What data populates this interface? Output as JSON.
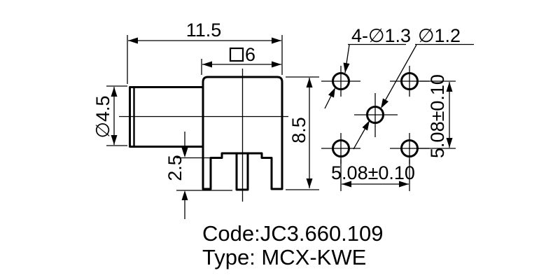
{
  "drawing": {
    "side_view": {
      "dim_overall_width": "11.5",
      "dim_body_width": "6",
      "dim_barrel_diameter": "∅4.5",
      "dim_body_height": "8.5",
      "dim_leg_length": "2.5"
    },
    "footprint_view": {
      "corner_holes_label": "4-∅1.3",
      "center_hole_label": "∅1.2",
      "dim_vertical_pitch": "5.08±0.10",
      "dim_horizontal_pitch": "5.08±0.10"
    },
    "title_block": {
      "code_label": "Code:JC3.660.109",
      "type_label": "Type: MCX-KWE"
    }
  }
}
